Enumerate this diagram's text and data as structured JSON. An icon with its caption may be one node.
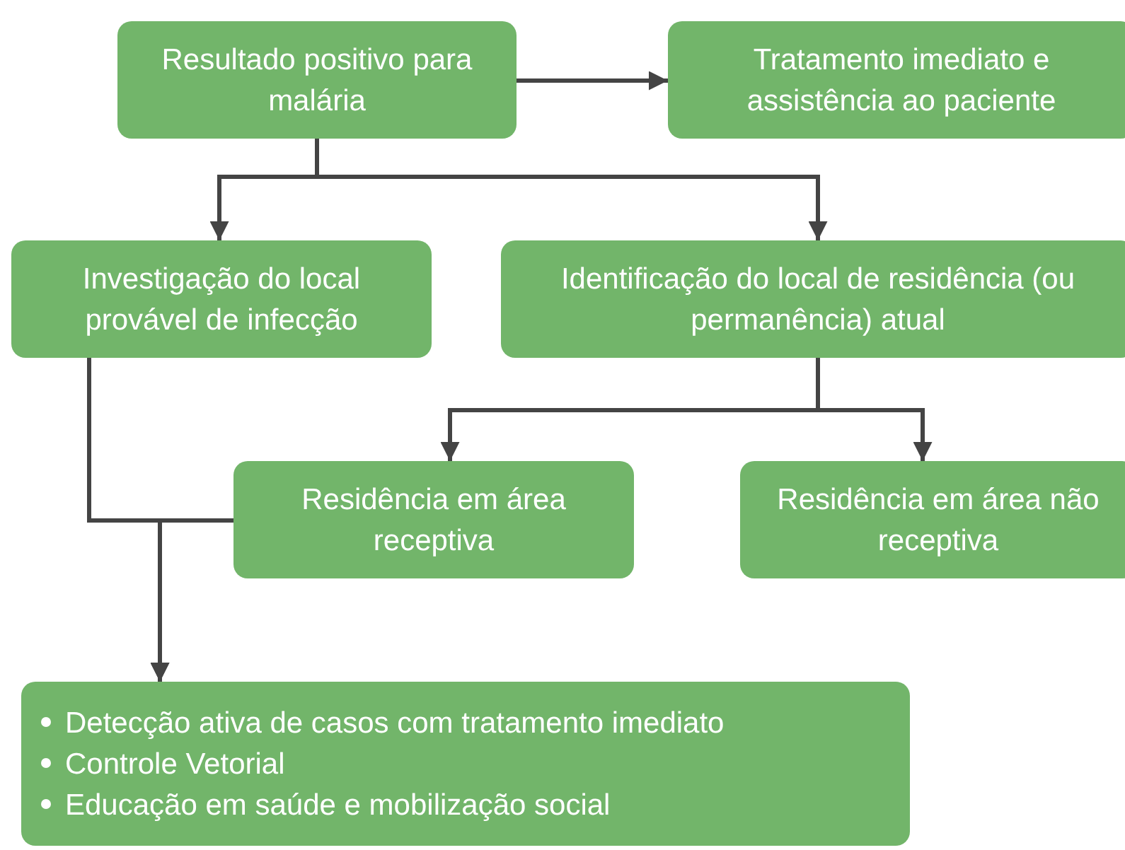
{
  "diagram": {
    "nodes": [
      {
        "text": [
          "Resultado positivo para malária"
        ]
      },
      {
        "text": [
          "Tratamento imediato e assistência ao paciente"
        ]
      },
      {
        "text": [
          "Investigação do local provável de infecção"
        ]
      },
      {
        "text": [
          "Identificação do local de residência (ou permanência) atual"
        ]
      },
      {
        "text": [
          "Residência em área receptiva"
        ]
      },
      {
        "text": [
          "Residência em área não receptiva"
        ]
      },
      {
        "text": [
          "Detecção ativa de casos com tratamento imediato",
          "Controle Vetorial",
          "Educação em saúde e mobilização social"
        ]
      }
    ],
    "edges": [
      {
        "from": 0,
        "to": 1,
        "arrow": "to"
      },
      {
        "from": 0,
        "to": 2,
        "arrow": "to"
      },
      {
        "from": 0,
        "to": 3,
        "arrow": "to"
      },
      {
        "from": 3,
        "to": 4,
        "arrow": "to"
      },
      {
        "from": 3,
        "to": 5,
        "arrow": "to"
      },
      {
        "from": 2,
        "to": 6,
        "arrow": "to"
      },
      {
        "from": 4,
        "to": 6,
        "arrow": "to"
      }
    ]
  }
}
